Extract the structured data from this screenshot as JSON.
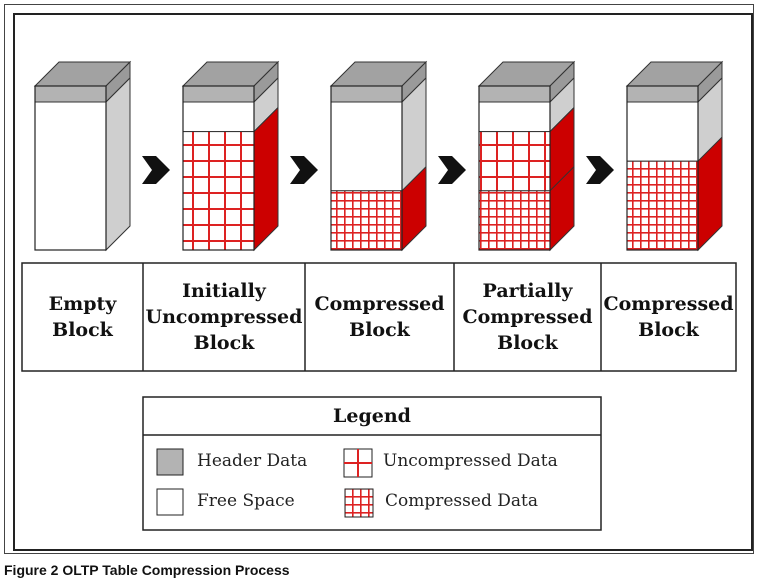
{
  "stages": [
    {
      "label": "Empty\nBlock",
      "free": 1.0,
      "uncompressed": 0.0,
      "compressed": 0.0
    },
    {
      "label": "Initially\nUncompressed\nBlock",
      "free": 0.2,
      "uncompressed": 0.8,
      "compressed": 0.0
    },
    {
      "label": "Compressed\nBlock",
      "free": 0.6,
      "uncompressed": 0.0,
      "compressed": 0.4
    },
    {
      "label": "Partially\nCompressed\nBlock",
      "free": 0.2,
      "uncompressed": 0.4,
      "compressed": 0.4
    },
    {
      "label": "Compressed\nBlock",
      "free": 0.4,
      "uncompressed": 0.0,
      "compressed": 0.6
    }
  ],
  "legend": {
    "title": "Legend",
    "items": [
      {
        "key": "header",
        "label": "Header Data"
      },
      {
        "key": "uncompressed",
        "label": "Uncompressed Data"
      },
      {
        "key": "free",
        "label": "Free Space"
      },
      {
        "key": "compressed",
        "label": "Compressed Data"
      }
    ]
  },
  "caption": "Figure 2 OLTP Table Compression Process",
  "colors": {
    "header": "#b3b3b3",
    "header_top": "#a2a2a2",
    "side": "#cfcfcf",
    "data_red": "#cc0000",
    "grid_red": "#dd2222",
    "arrow": "#111111"
  }
}
